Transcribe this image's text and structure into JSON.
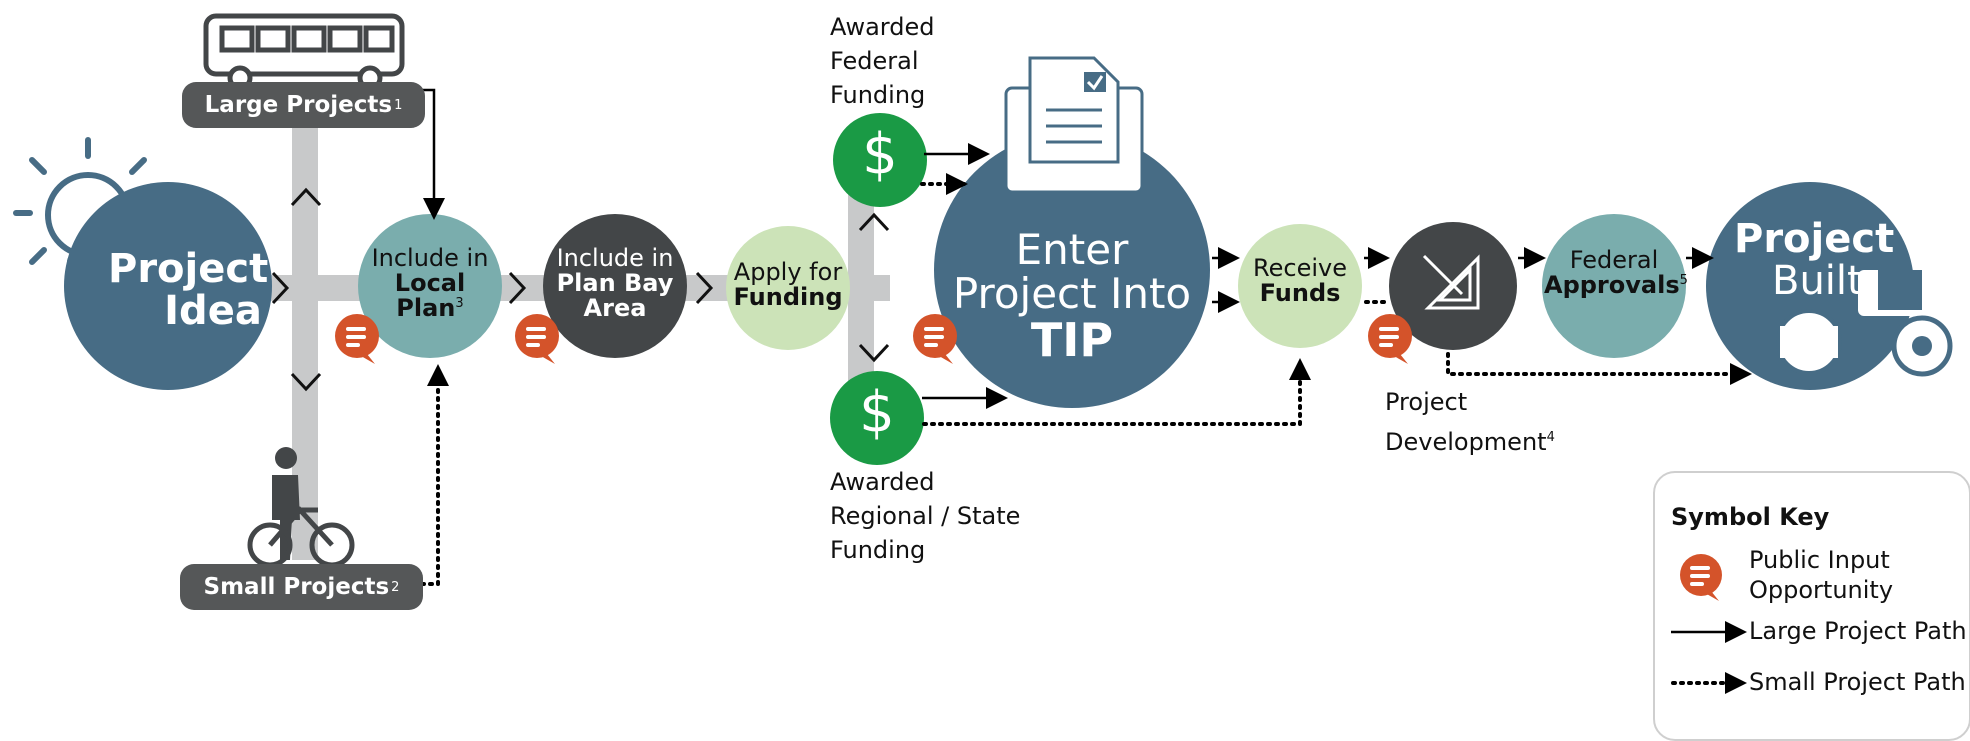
{
  "colors": {
    "steel": "#476c85",
    "teal": "#7aadad",
    "charcoal": "#434648",
    "light_green": "#cce3b8",
    "green": "#1a9a45",
    "orange": "#d4532a",
    "gray_bar": "#c8c9ca"
  },
  "nodes": {
    "project_idea": {
      "line1": "Project",
      "line2": "Idea"
    },
    "large_projects": {
      "label": "Large Projects",
      "sup": "1"
    },
    "small_projects": {
      "label": "Small Projects",
      "sup": "2"
    },
    "local_plan": {
      "line1": "Include in",
      "line2": "Local",
      "line3": "Plan",
      "sup": "3"
    },
    "plan_bay_area": {
      "line1": "Include in",
      "line2": "Plan Bay",
      "line3": "Area"
    },
    "apply_funding": {
      "line1": "Apply for",
      "line2": "Funding"
    },
    "federal_funding": {
      "line1": "Awarded",
      "line2": "Federal",
      "line3": "Funding"
    },
    "regional_funding": {
      "line1": "Awarded",
      "line2": "Regional / State",
      "line3": "Funding"
    },
    "enter_tip": {
      "line1": "Enter",
      "line2": "Project Into",
      "line3": "TIP"
    },
    "receive_funds": {
      "line1": "Receive",
      "line2": "Funds"
    },
    "project_development": {
      "line1": "Project",
      "line2": "Development",
      "sup": "4"
    },
    "federal_approvals": {
      "line1": "Federal",
      "line2": "Approvals",
      "sup": "5"
    },
    "project_built": {
      "line1": "Project",
      "line2": "Built"
    }
  },
  "icons": {
    "dollar": "$",
    "bulb": "lightbulb-icon",
    "bus": "bus-icon",
    "pedestrian": "pedestrian-bike-icon",
    "monitor": "document-monitor-icon",
    "tools": "drafting-tools-icon",
    "roller": "road-roller-icon",
    "chat": "chat-bubble-icon"
  },
  "symbol_key": {
    "title": "Symbol Key",
    "public_input_line1": "Public Input",
    "public_input_line2": "Opportunity",
    "large_path": "Large Project Path",
    "small_path": "Small Project Path"
  }
}
